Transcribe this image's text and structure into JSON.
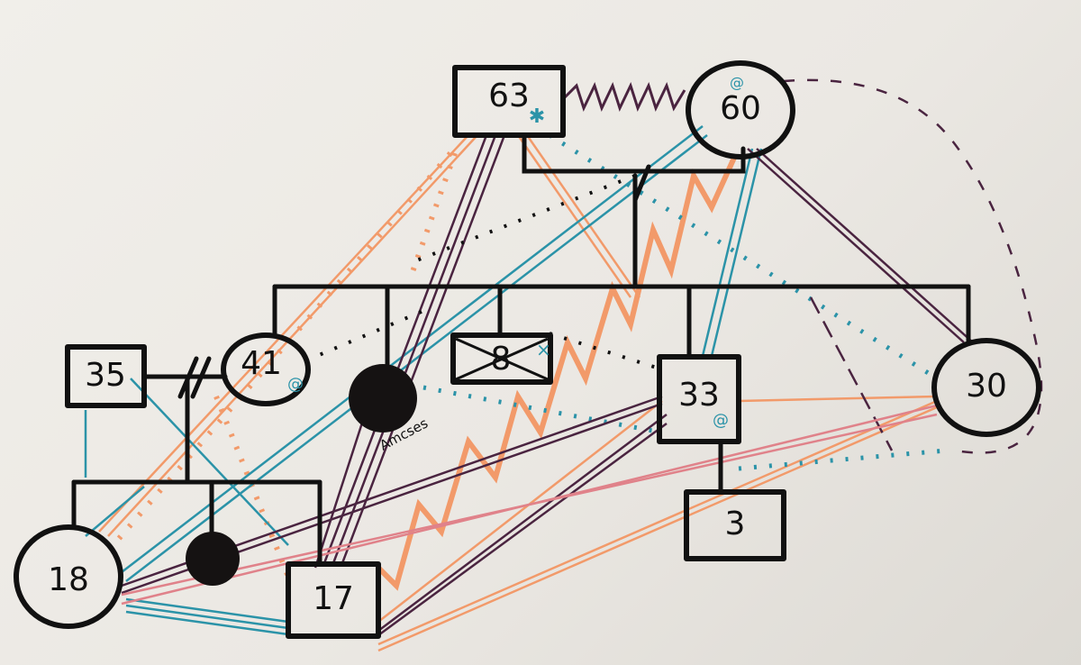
{
  "title": "Hand-drawn genogram",
  "colors": {
    "ink": "#111111",
    "orange": "#f29a6a",
    "teal": "#2b93a8",
    "purple": "#4a2440",
    "pink": "#e0828a"
  },
  "nodes": {
    "father": {
      "label": "63",
      "shape": "square"
    },
    "mother": {
      "label": "60",
      "shape": "circle"
    },
    "partner_35": {
      "label": "35",
      "shape": "square"
    },
    "daughter_41": {
      "label": "41",
      "shape": "circle"
    },
    "deceased_daughter": {
      "label": "Amcses",
      "shape": "filled-circle"
    },
    "deceased_son": {
      "label": "8",
      "shape": "crossed-square"
    },
    "son_33": {
      "label": "33",
      "shape": "square"
    },
    "daughter_30": {
      "label": "30",
      "shape": "circle"
    },
    "grandchild_18": {
      "label": "18",
      "shape": "circle"
    },
    "grandchild_deceased": {
      "label": "",
      "shape": "filled-circle"
    },
    "grandchild_17": {
      "label": "17",
      "shape": "square"
    },
    "grandchild_3": {
      "label": "3",
      "shape": "square"
    }
  }
}
